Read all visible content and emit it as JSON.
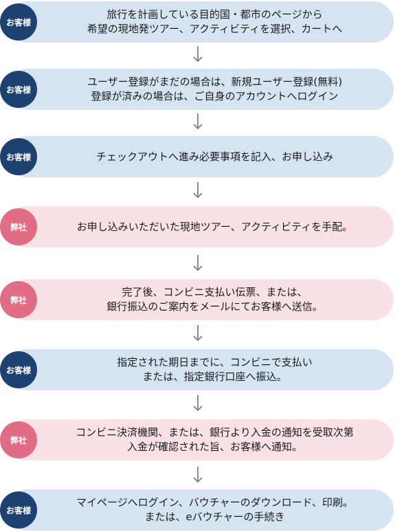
{
  "colors": {
    "customer_bar": "#d6e4f2",
    "customer_badge": "#1d4170",
    "company_bar": "#f9e1e6",
    "company_badge": "#e06d85",
    "arrow": "#8a8a8a"
  },
  "arrow_icon": "down-arrow-icon",
  "steps": [
    {
      "role": "customer",
      "badge": "お客様",
      "lines": [
        "旅行を計画している目的国・都市のページから",
        "希望の現地発ツアー、アクティビティを選択、カートへ"
      ]
    },
    {
      "role": "customer",
      "badge": "お客様",
      "lines": [
        "ユーザー登録がまだの場合は、新規ユーザー登録(無料)",
        "登録が済みの場合は、ご自身のアカウントへログイン"
      ]
    },
    {
      "role": "customer",
      "badge": "お客様",
      "lines": [
        "チェックアウトへ進み必要事項を記入、お申し込み"
      ]
    },
    {
      "role": "company",
      "badge": "弊社",
      "lines": [
        "お申し込みいただいた現地ツアー、アクティビティを手配。"
      ]
    },
    {
      "role": "company",
      "badge": "弊社",
      "lines": [
        "完了後、コンビニ支払い伝票、または、",
        "銀行振込のご案内をメールにてお客様へ送信。"
      ]
    },
    {
      "role": "customer",
      "badge": "お客様",
      "lines": [
        "指定された期日までに、コンビニで支払い",
        "または、指定銀行口座へ振込。"
      ]
    },
    {
      "role": "company",
      "badge": "弊社",
      "lines": [
        "コンビニ決済機関、または、銀行より入金の通知を受取次第",
        "入金が確認された旨、お客様へ通知。"
      ]
    },
    {
      "role": "customer",
      "badge": "お客様",
      "lines": [
        "マイページへログイン、バウチャーのダウンロード、印刷。",
        "または、eバウチャーの手続き"
      ]
    }
  ]
}
